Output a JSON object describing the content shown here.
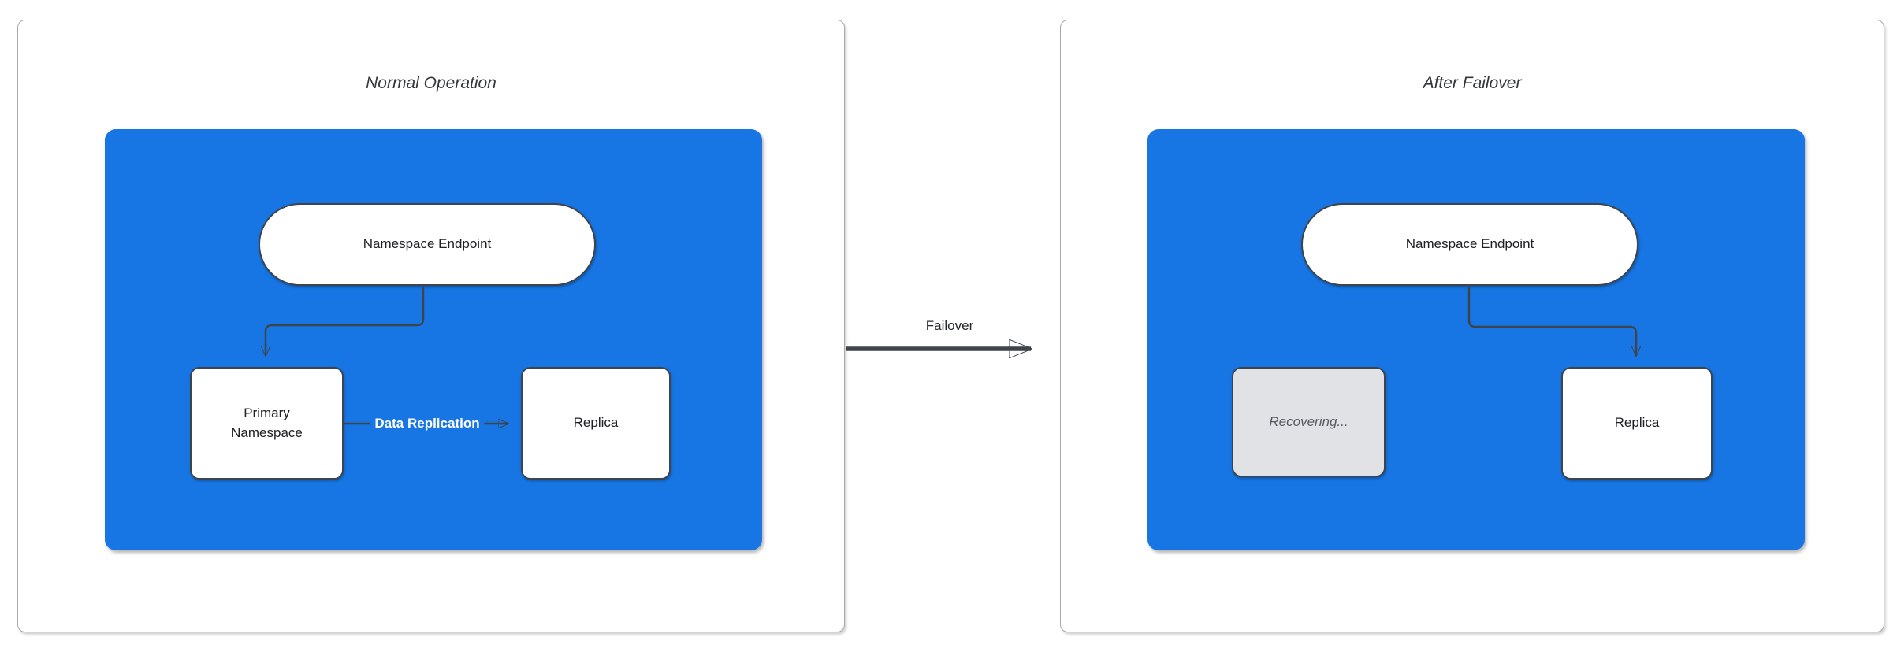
{
  "diagram": {
    "panels": [
      {
        "title": "Normal Operation",
        "endpoint_label": "Namespace Endpoint",
        "primary_label": "Primary Namespace",
        "replica_label": "Replica",
        "replication_edge_label": "Data Replication"
      },
      {
        "title": "After Failover",
        "endpoint_label": "Namespace Endpoint",
        "recovering_label": "Recovering...",
        "replica_label": "Replica"
      }
    ],
    "transition_edge_label": "Failover",
    "colors": {
      "container_blue": "#1776e4",
      "node_border": "#3d444c",
      "arrow": "#3d444c",
      "recovering_fill": "#e0e2e5",
      "recovering_text": "#575c63",
      "title_text": "#33373b",
      "node_text": "#202124",
      "edge_label_on_blue": "#ffffff",
      "panel_border": "#a9a9a9"
    }
  }
}
